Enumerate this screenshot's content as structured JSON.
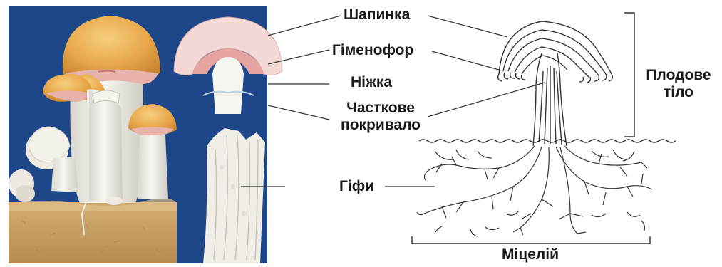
{
  "labels": {
    "cap": "Шапинка",
    "hymenophore": "Гіменофор",
    "stalk": "Ніжка",
    "veil_line1": "Часткове",
    "veil_line2": "покривало",
    "hyphae": "Гіфи",
    "fruiting_body_line1": "Плодове",
    "fruiting_body_line2": "тіло",
    "mycelium": "Міцелій"
  },
  "colors": {
    "background_panel": "#1d4788",
    "cap_orange": "#e8a74a",
    "gill_pink": "#e6a5a2",
    "stalk_white": "#f4f2ec",
    "soil": "#c9a26a",
    "line_drawing": "#333333"
  }
}
